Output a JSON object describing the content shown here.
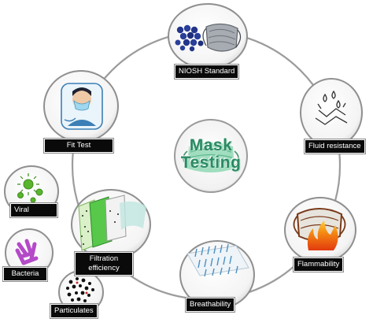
{
  "center": {
    "title_line1": "Mask",
    "title_line2": "Testing"
  },
  "nodes": {
    "niosh": "NIOSH Standard",
    "fluid": "Fluid resistance",
    "flammability": "Flammability",
    "breathability": "Breathability",
    "filtration": "Filtration efficiency",
    "fit_test": "Fit Test"
  },
  "sub_nodes": {
    "viral": "Viral",
    "bacteria": "Bacteria",
    "particulates": "Particulates"
  },
  "colors": {
    "ring": "#9c9c9c",
    "label_bg": "#0a0a0a",
    "title_green": "#2a8a63",
    "mask_green": "#6cc79a"
  }
}
